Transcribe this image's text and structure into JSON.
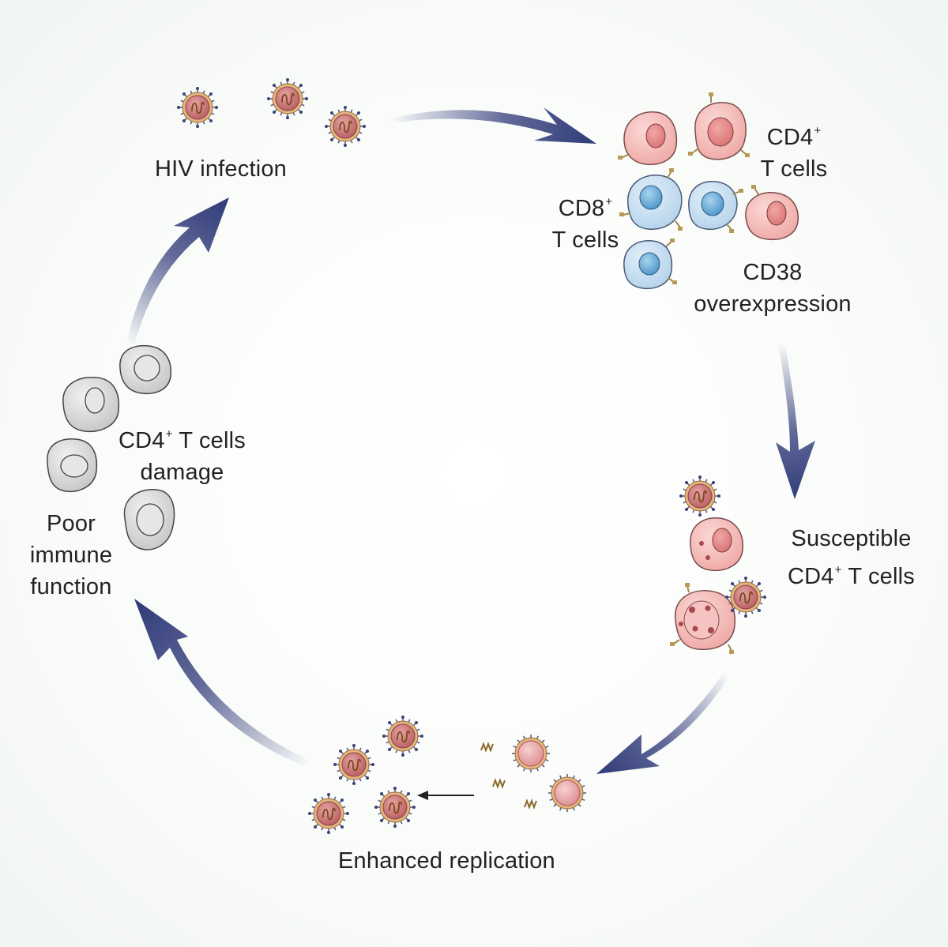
{
  "labels": {
    "hiv_infection": "HIV infection",
    "cd4_t_cells": {
      "prefix": "CD4",
      "sup": "+",
      "line2": "T cells"
    },
    "cd8_t_cells": {
      "prefix": "CD8",
      "sup": "+",
      "line2": "T cells"
    },
    "cd38_overexpression": {
      "line1": "CD38",
      "line2": "overexpression"
    },
    "susceptible_cd4": {
      "line1": "Susceptible",
      "line2_prefix": "CD4",
      "sup": "+",
      "line2_suffix": " T cells"
    },
    "enhanced_replication": "Enhanced replication",
    "cd4_damage": {
      "prefix": "CD4",
      "sup": "+",
      "suffix": " T cells",
      "line2": "damage"
    },
    "poor_immune_function": {
      "line1": "Poor",
      "line2": "immune",
      "line3": "function"
    }
  },
  "colors": {
    "arrow": "#2f3a78",
    "virus_fill": "#c9787a",
    "virus_ring": "#d9b27a",
    "cd4_cell": "#f3b8b6",
    "cd8_cell": "#c3ddf0",
    "damaged_cell": "#d0d0d0"
  }
}
